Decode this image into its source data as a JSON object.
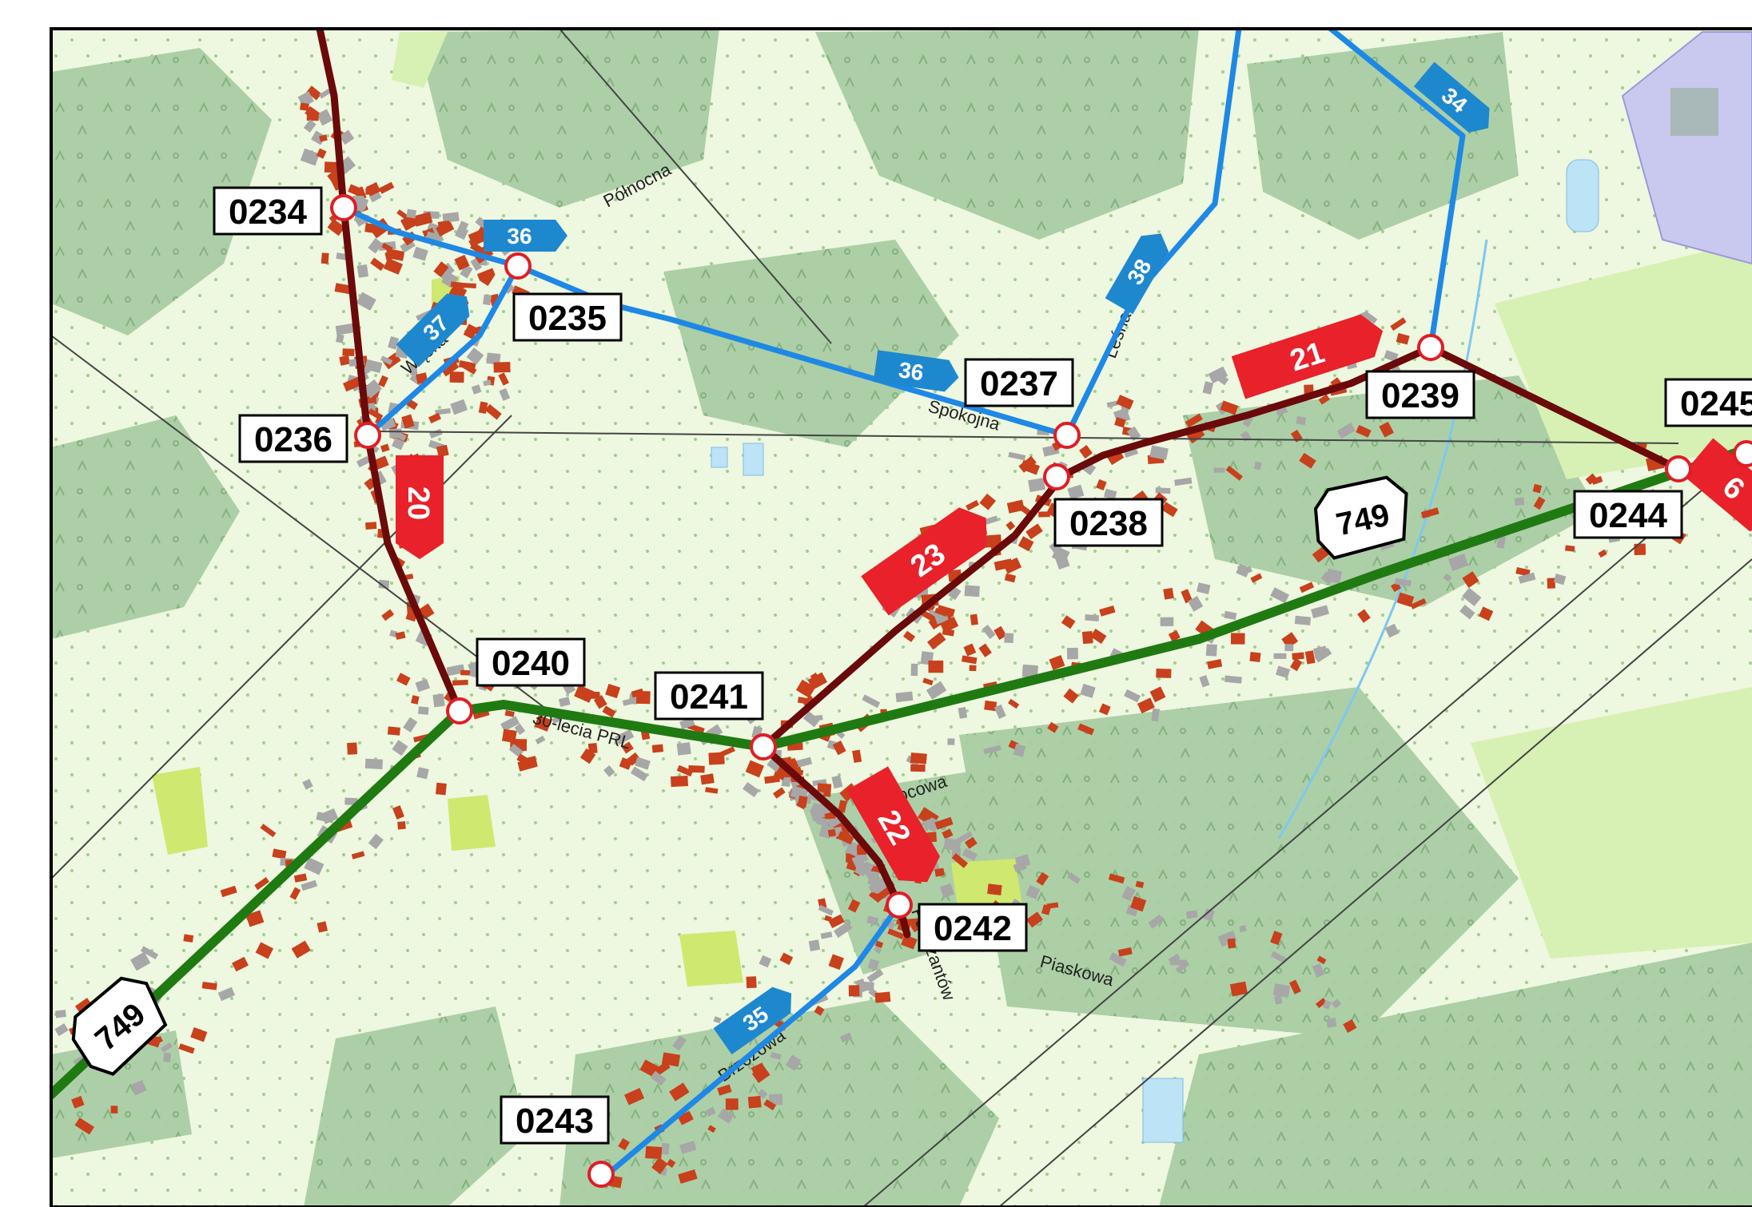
{
  "map": {
    "colors": {
      "background": "#eef7df",
      "forest": "#a9cda4",
      "meadow": "#d7f0b4",
      "bright_green": "#cfe86f",
      "industrial": "#c9c9f0",
      "building_red": "#c8401c",
      "building_gray": "#a7a7a7",
      "water": "#bde3f6",
      "road_darkred": "#6b0a0a",
      "road_green": "#1f7a12",
      "road_blue": "#1e88e5",
      "badge_red": "#e8212a",
      "badge_blue": "#1e88cf",
      "node_fill": "#ffffff",
      "node_stroke": "#e01d25"
    },
    "nodes": [
      "0234",
      "0235",
      "0236",
      "0237",
      "0238",
      "0239",
      "0240",
      "0241",
      "0242",
      "0243",
      "0244",
      "0245"
    ],
    "red_badges": [
      "20",
      "21",
      "22",
      "23",
      "6"
    ],
    "blue_badges": [
      "34",
      "35",
      "36",
      "36",
      "37",
      "38"
    ],
    "road_shields": [
      "749",
      "749"
    ],
    "streets": [
      "Północna",
      "Wąska",
      "Spokojna",
      "Leśna",
      "30-lecia PRL",
      "Popcowa",
      "Partyzantów",
      "Piaskowa",
      "Brzozowa"
    ]
  }
}
